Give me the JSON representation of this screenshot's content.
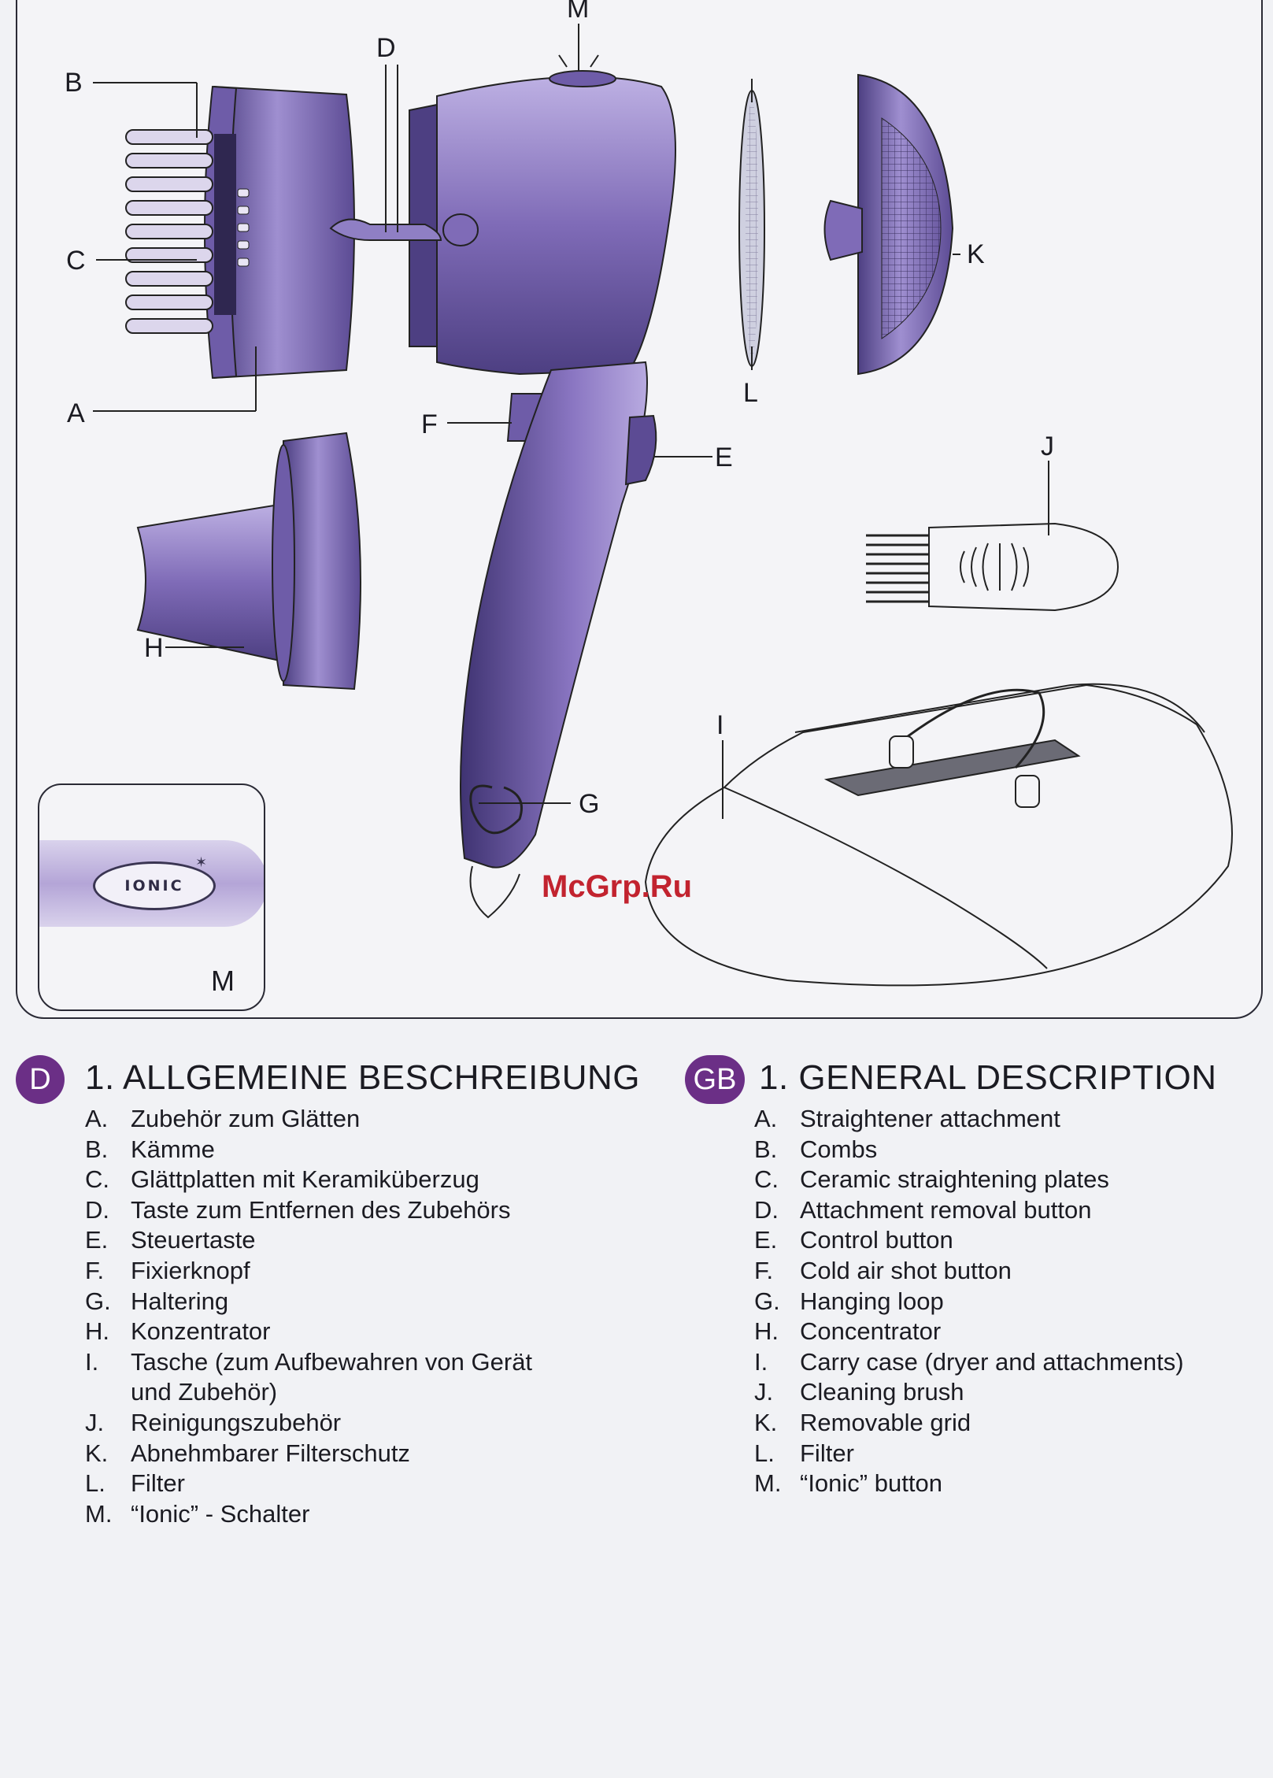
{
  "callouts": {
    "A": "A",
    "B": "B",
    "C": "C",
    "D": "D",
    "E": "E",
    "F": "F",
    "G": "G",
    "H": "H",
    "I": "I",
    "J": "J",
    "K": "K",
    "L": "L",
    "M": "M"
  },
  "ionic_inset": {
    "logo_text": "IONIC",
    "label": "M"
  },
  "watermark": "McGrp.Ru",
  "colors": {
    "badge": "#6b2f86",
    "device_purple": "#7f6bb7",
    "watermark": "#c2232f"
  },
  "de": {
    "badge": "D",
    "title": "1. ALLGEMEINE BESCHREIBUNG",
    "items": [
      {
        "letter": "A.",
        "text": "Zubehör zum Glätten"
      },
      {
        "letter": "B.",
        "text": "Kämme"
      },
      {
        "letter": "C.",
        "text": "Glättplatten mit Keramiküberzug"
      },
      {
        "letter": "D.",
        "text": "Taste zum Entfernen des Zubehörs"
      },
      {
        "letter": "E.",
        "text": "Steuertaste"
      },
      {
        "letter": "F.",
        "text": "Fixierknopf"
      },
      {
        "letter": "G.",
        "text": "Haltering"
      },
      {
        "letter": "H.",
        "text": "Konzentrator"
      },
      {
        "letter": "I.",
        "text": "Tasche (zum Aufbewahren von Gerät\nund Zubehör)"
      },
      {
        "letter": "J.",
        "text": "Reinigungszubehör"
      },
      {
        "letter": "K.",
        "text": "Abnehmbarer Filterschutz"
      },
      {
        "letter": "L.",
        "text": "Filter"
      },
      {
        "letter": "M.",
        "text": "“Ionic” - Schalter"
      }
    ]
  },
  "gb": {
    "badge": "GB",
    "title": "1. GENERAL DESCRIPTION",
    "items": [
      {
        "letter": "A.",
        "text": "Straightener attachment"
      },
      {
        "letter": "B.",
        "text": "Combs"
      },
      {
        "letter": "C.",
        "text": "Ceramic straightening plates"
      },
      {
        "letter": "D.",
        "text": "Attachment removal button"
      },
      {
        "letter": "E.",
        "text": "Control button"
      },
      {
        "letter": "F.",
        "text": "Cold air shot button"
      },
      {
        "letter": "G.",
        "text": "Hanging loop"
      },
      {
        "letter": "H.",
        "text": "Concentrator"
      },
      {
        "letter": "I.",
        "text": "Carry case (dryer and attachments)"
      },
      {
        "letter": "J.",
        "text": "Cleaning brush"
      },
      {
        "letter": "K.",
        "text": "Removable grid"
      },
      {
        "letter": "L.",
        "text": "Filter"
      },
      {
        "letter": "M.",
        "text": "“Ionic” button"
      }
    ]
  }
}
